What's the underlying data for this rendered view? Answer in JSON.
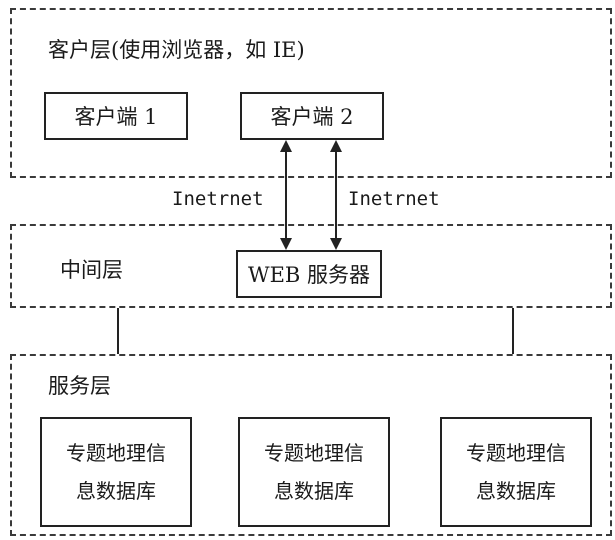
{
  "client_layer": {
    "label": "客户层(使用浏览器，如 IE)",
    "clients": [
      {
        "label": "客户端 1"
      },
      {
        "label": "客户端 2"
      }
    ]
  },
  "links": [
    {
      "label": "Inetrnet"
    },
    {
      "label": "Inetrnet"
    }
  ],
  "middle_layer": {
    "label": "中间层",
    "server": {
      "label": "WEB 服务器"
    }
  },
  "service_layer": {
    "label": "服务层",
    "databases": [
      {
        "line1": "专题地理信",
        "line2": "息数据库"
      },
      {
        "line1": "专题地理信",
        "line2": "息数据库"
      },
      {
        "line1": "专题地理信",
        "line2": "息数据库"
      }
    ]
  }
}
